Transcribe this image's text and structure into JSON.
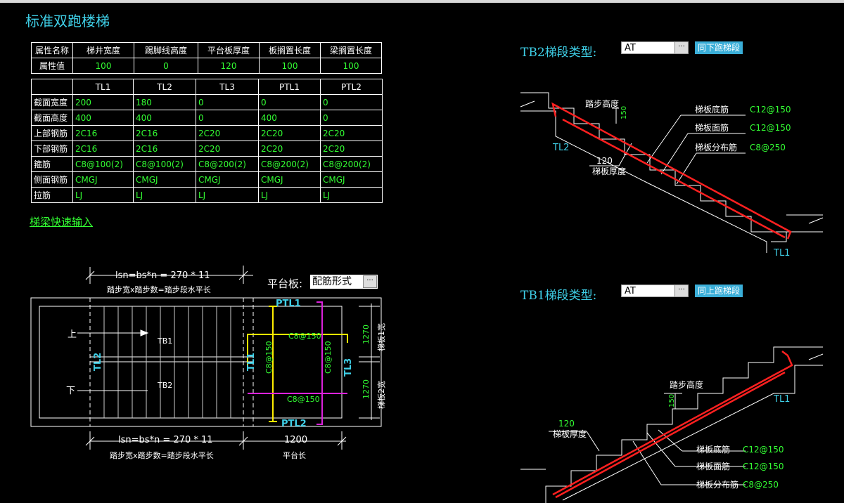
{
  "title": "标准双跑楼梯",
  "props": {
    "headers": [
      "属性名称",
      "梯井宽度",
      "踢脚线高度",
      "平台板厚度",
      "板搁置长度",
      "梁搁置长度"
    ],
    "row_label": "属性值",
    "values": [
      "100",
      "0",
      "120",
      "100",
      "100"
    ]
  },
  "beams": {
    "cols": [
      "TL1",
      "TL2",
      "TL3",
      "PTL1",
      "PTL2"
    ],
    "rows": [
      {
        "label": "截面宽度",
        "values": [
          "200",
          "180",
          "0",
          "0",
          "0"
        ]
      },
      {
        "label": "截面高度",
        "values": [
          "400",
          "400",
          "0",
          "400",
          "0"
        ]
      },
      {
        "label": "上部钢筋",
        "values": [
          "2C16",
          "2C16",
          "2C20",
          "2C20",
          "2C20"
        ]
      },
      {
        "label": "下部钢筋",
        "values": [
          "2C16",
          "2C16",
          "2C20",
          "2C20",
          "2C20"
        ]
      },
      {
        "label": "箍筋",
        "values": [
          "C8@100(2)",
          "C8@100(2)",
          "C8@200(2)",
          "C8@200(2)",
          "C8@200(2)"
        ]
      },
      {
        "label": "侧面钢筋",
        "values": [
          "CMGJ",
          "CMGJ",
          "CMGJ",
          "CMGJ",
          "CMGJ"
        ]
      },
      {
        "label": "拉筋",
        "values": [
          "LJ",
          "LJ",
          "LJ",
          "LJ",
          "LJ"
        ]
      }
    ]
  },
  "quick_input": "梯梁快速输入",
  "plan": {
    "dim_top": "lsn=bs*n = 270 * 11",
    "dim_top_sub": "踏步宽x踏步数=踏步段水平长",
    "dim_bottom": "lsn=bs*n = 270 * 11",
    "dim_bottom_sub": "踏步宽x踏步数=踏步段水平长",
    "platform_len_value": "1200",
    "platform_len_label": "平台长",
    "platform_label": "平台板:",
    "platform_option": "配筋形式",
    "up_label": "上",
    "down_label": "下",
    "tb1": "TB1",
    "tb2": "TB2",
    "tl1": "TL1",
    "tl2": "TL2",
    "tl3": "TL3",
    "ptl1": "PTL1",
    "ptl2": "PTL2",
    "rebar_top": "C8@150",
    "rebar_bottom": "C8@150",
    "rebar_left": "C8@150",
    "rebar_right": "C8@150",
    "width1_value": "1270",
    "width1_label": "梯板1宽",
    "width2_value": "1270",
    "width2_label": "梯板2宽"
  },
  "tb2": {
    "label": "TB2梯段类型:",
    "type": "AT",
    "button": "同下跑梯段",
    "step_height": "踏步高度",
    "step_value": "150",
    "thickness_value": "120",
    "thickness_label": "梯板厚度",
    "bottom_bar": "梯板底筋",
    "bottom_bar_value": "C12@150",
    "top_bar": "梯板面筋",
    "top_bar_value": "C12@150",
    "dist_bar": "梯板分布筋",
    "dist_bar_value": "C8@250",
    "tl_left": "TL2",
    "tl_right": "TL1"
  },
  "tb1": {
    "label": "TB1梯段类型:",
    "type": "AT",
    "button": "同上跑梯段",
    "step_height": "踏步高度",
    "step_value": "150",
    "thickness_value": "120",
    "thickness_label": "梯板厚度",
    "bottom_bar": "梯板底筋",
    "bottom_bar_value": "C12@150",
    "top_bar": "梯板面筋",
    "top_bar_value": "C12@150",
    "dist_bar": "梯板分布筋",
    "dist_bar_value": "C8@250",
    "tl_right": "TL1"
  },
  "colors": {
    "cyan": "#3fd0e8",
    "green": "#33ff33",
    "red": "#ff2020",
    "yellow": "#ffee00",
    "magenta": "#dd22dd",
    "white": "#ffffff"
  }
}
